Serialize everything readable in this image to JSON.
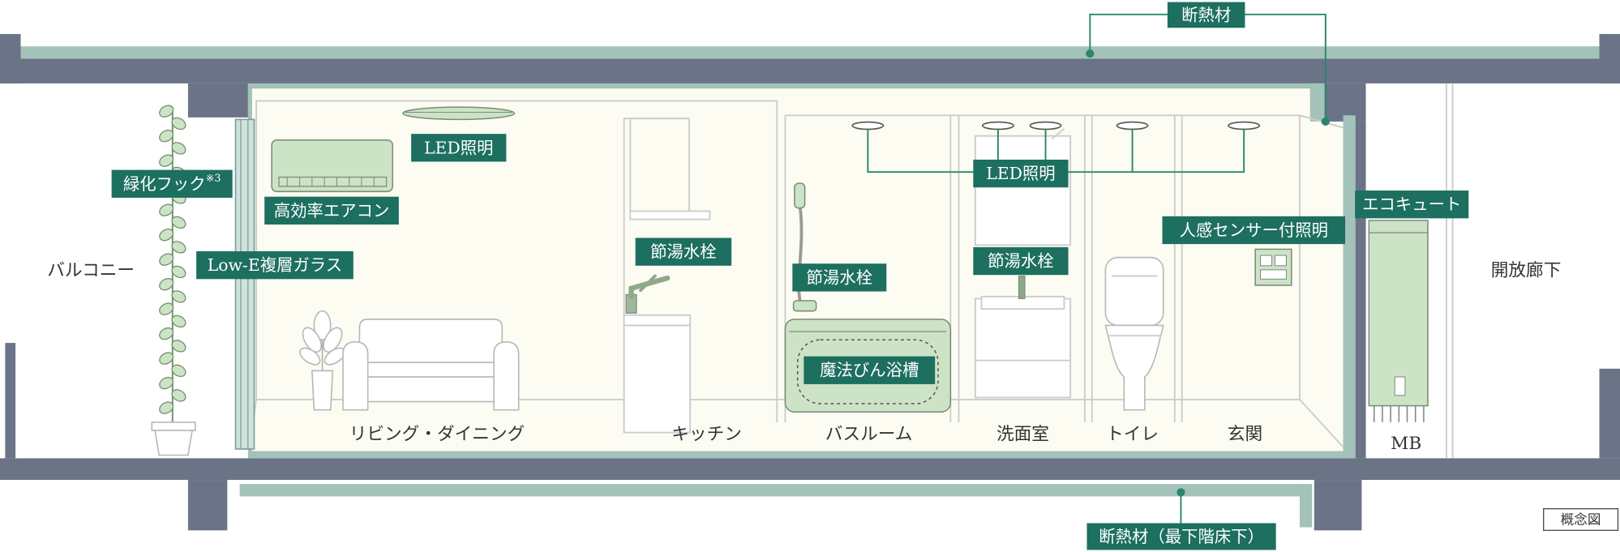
{
  "callouts": {
    "insulation_top": "断熱材",
    "insulation_bottom": "断熱材（最下階床下）",
    "green_hook": "緑化フック",
    "green_hook_note": "※3",
    "led_living": "LED照明",
    "aircon": "高効率エアコン",
    "glass": "Low-E複層ガラス",
    "faucet_kitchen": "節湯水栓",
    "faucet_bath": "節湯水栓",
    "led_wet_area": "LED照明",
    "faucet_washroom": "節湯水栓",
    "sensor_light": "人感センサー付照明",
    "ecocute": "エコキュート",
    "bathtub": "魔法びん浴槽"
  },
  "areas": {
    "balcony": "バルコニー",
    "corridor": "開放廊下",
    "living": "リビング・ダイニング",
    "kitchen": "キッチン",
    "bathroom": "バスルーム",
    "washroom": "洗面室",
    "toilet": "トイレ",
    "entrance": "玄関",
    "mb": "MB"
  },
  "note": "概念図",
  "colors": {
    "concrete": "#6b7387",
    "insulation": "#a3c2b9",
    "interior": "#fcfcf2",
    "label": "#1d6f60",
    "leader": "#2a8570",
    "green": "#cde3c6"
  }
}
